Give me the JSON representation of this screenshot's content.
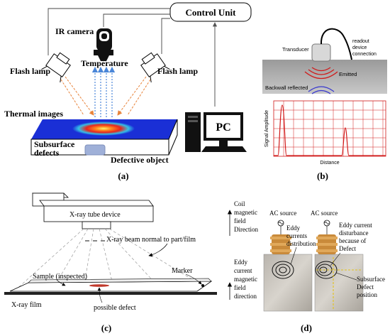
{
  "panels": {
    "a": {
      "caption": "(a)",
      "control_unit": "Control Unit",
      "ir_camera": "IR camera",
      "flash_lamp_left": "Flash lamp",
      "flash_lamp_right": "Flash lamp",
      "temperature": "Temperature",
      "thermal_images": "Thermal images",
      "subsurface_defects_1": "Subsurface",
      "subsurface_defects_2": "defects",
      "defective_object": "Defective object",
      "pc": "PC"
    },
    "b": {
      "caption": "(b)",
      "transducer": "Transducer",
      "readout_1": "readout",
      "readout_2": "device",
      "readout_3": "connection",
      "emitted": "Emitted",
      "backwall_reflected": "Backwall reflected",
      "y_label": "Signal Amplitude",
      "x_label": "Distance"
    },
    "c": {
      "caption": "(c)",
      "tube": "X-ray tube device",
      "beam": "X-ray beam normal to part/film",
      "sample": "Sample (inspected)",
      "marker": "Marker",
      "film": "X-ray film",
      "defect": "possible defect"
    },
    "d": {
      "caption": "(d)",
      "coil_1": "Coil",
      "coil_2": "magnetic",
      "coil_3": "field",
      "coil_4": "Direction",
      "eddy_1": "Eddy",
      "eddy_2": "current",
      "eddy_3": "magnetic",
      "eddy_4": "field",
      "eddy_5": "direction",
      "ac_source_left": "AC source",
      "ac_source_right": "AC source",
      "ecd_1": "Eddy",
      "ecd_2": "currents",
      "ecd_3": "distribution",
      "dist_1": "Eddy current",
      "dist_2": "disturbance",
      "dist_3": "because of",
      "dist_4": "Defect",
      "sub_1": "Subsurface",
      "sub_2": "Defect",
      "sub_3": "position"
    }
  },
  "colors": {
    "thermal_bg": "#1a2fd6",
    "thermal_hot": "#e8241c",
    "heat_arrow": "#e8833a",
    "temp_arrow": "#4a86d8",
    "signal": "#d11a1a",
    "grid": "#d11a1a"
  }
}
